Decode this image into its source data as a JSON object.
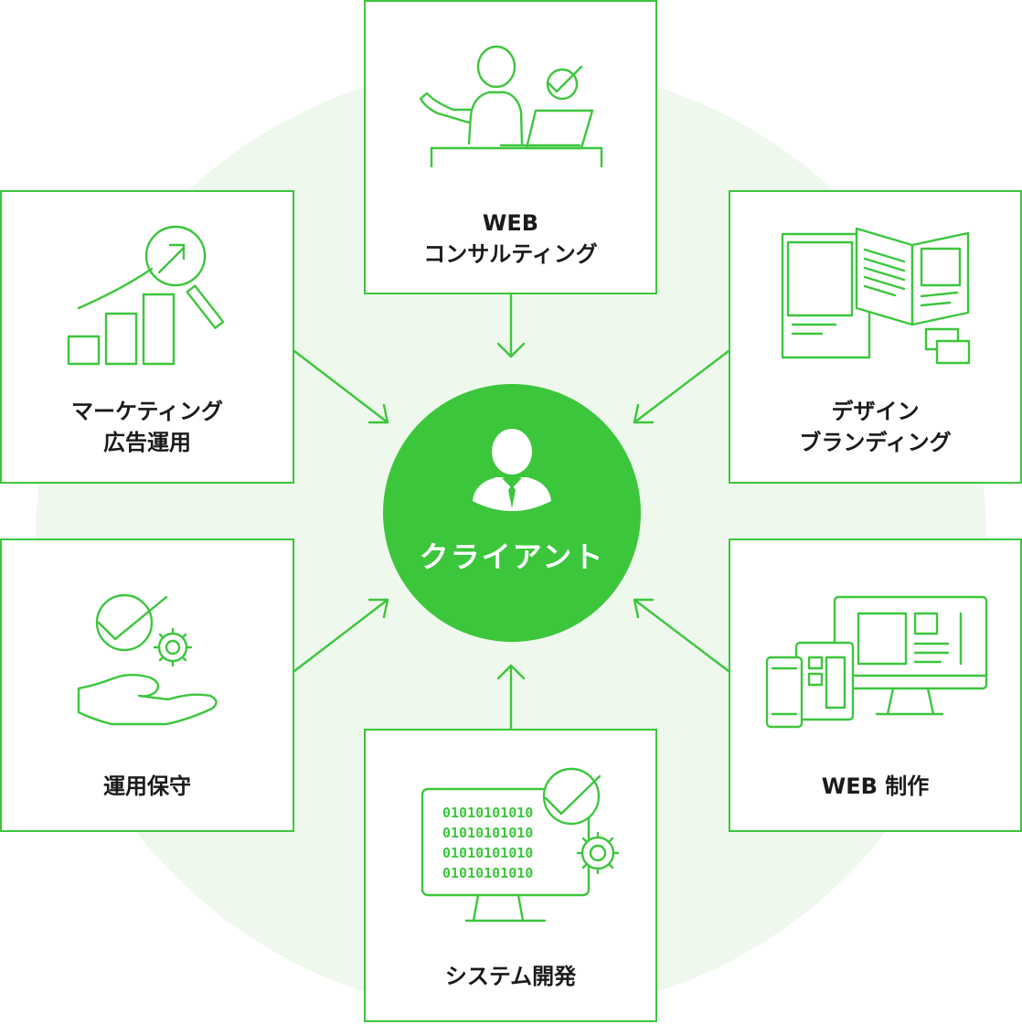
{
  "center": {
    "label": "クライアント",
    "icon": "business-person-icon"
  },
  "colors": {
    "accent": "#3cc63c",
    "halo": "#eef8ec",
    "text": "#1a1a1a"
  },
  "services": [
    {
      "line1": "WEB",
      "line2": "コンサルティング",
      "icon": "consultant-laptop-icon"
    },
    {
      "line1": "マーケティング",
      "line2": "広告運用",
      "icon": "growth-chart-magnifier-icon"
    },
    {
      "line1": "デザイン",
      "line2": "ブランディング",
      "icon": "brochure-design-icon"
    },
    {
      "line1": "運用保守",
      "icon": "hand-gear-check-icon"
    },
    {
      "line1": "WEB 制作",
      "icon": "multi-device-icon"
    },
    {
      "line1": "システム開発",
      "icon": "binary-monitor-icon"
    }
  ]
}
